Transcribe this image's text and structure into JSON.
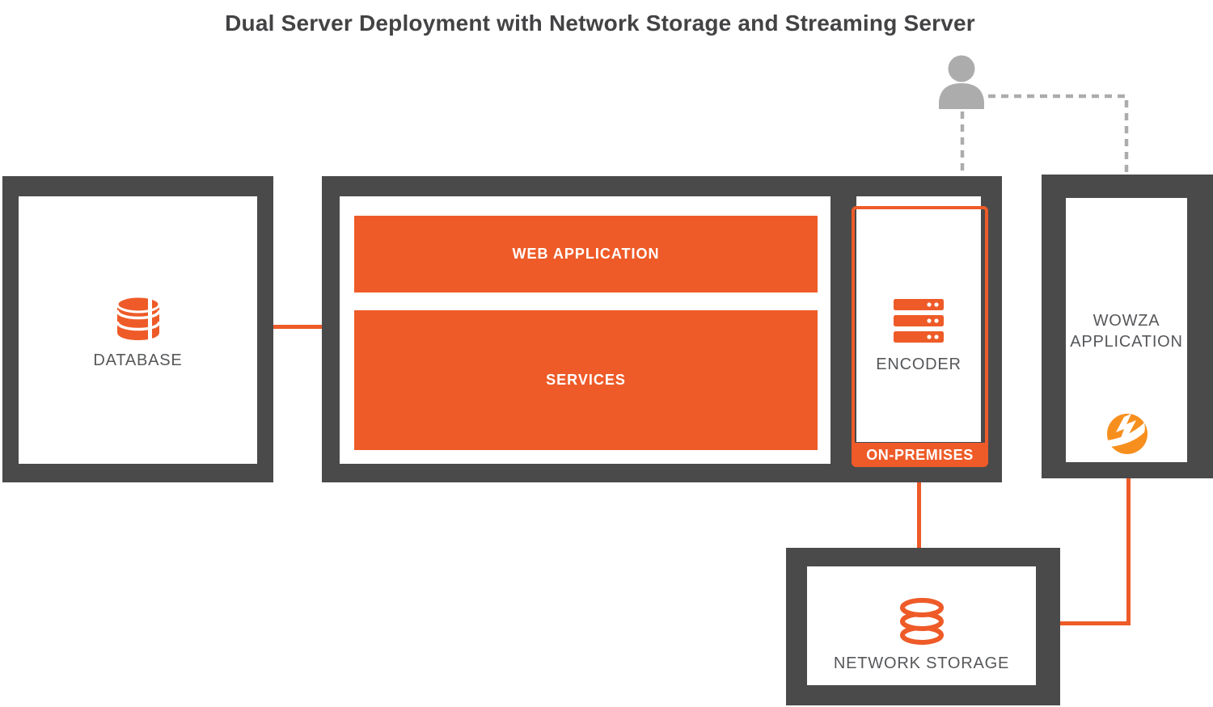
{
  "title": "Dual Server Deployment with Network Storage and Streaming Server",
  "colors": {
    "accent_orange": "#EE5B28",
    "frame_dark": "#4A4A4B",
    "connector_gray": "#ACACAC",
    "label_gray": "#55575A",
    "panel_white": "#FFFFFF"
  },
  "nodes": {
    "database": {
      "label": "DATABASE",
      "icon": "database-icon"
    },
    "application_server": {
      "web_application_label": "WEB APPLICATION",
      "services_label": "SERVICES"
    },
    "encoder": {
      "label": "ENCODER",
      "icon": "server-rack-icon",
      "badge": "ON-PREMISES"
    },
    "wowza_application": {
      "label_line1": "WOWZA",
      "label_line2": "APPLICATION",
      "icon": "wowza-logo-icon"
    },
    "network_storage": {
      "label": "NETWORK STORAGE",
      "icon": "storage-stack-icon"
    },
    "user": {
      "icon": "person-icon"
    }
  }
}
